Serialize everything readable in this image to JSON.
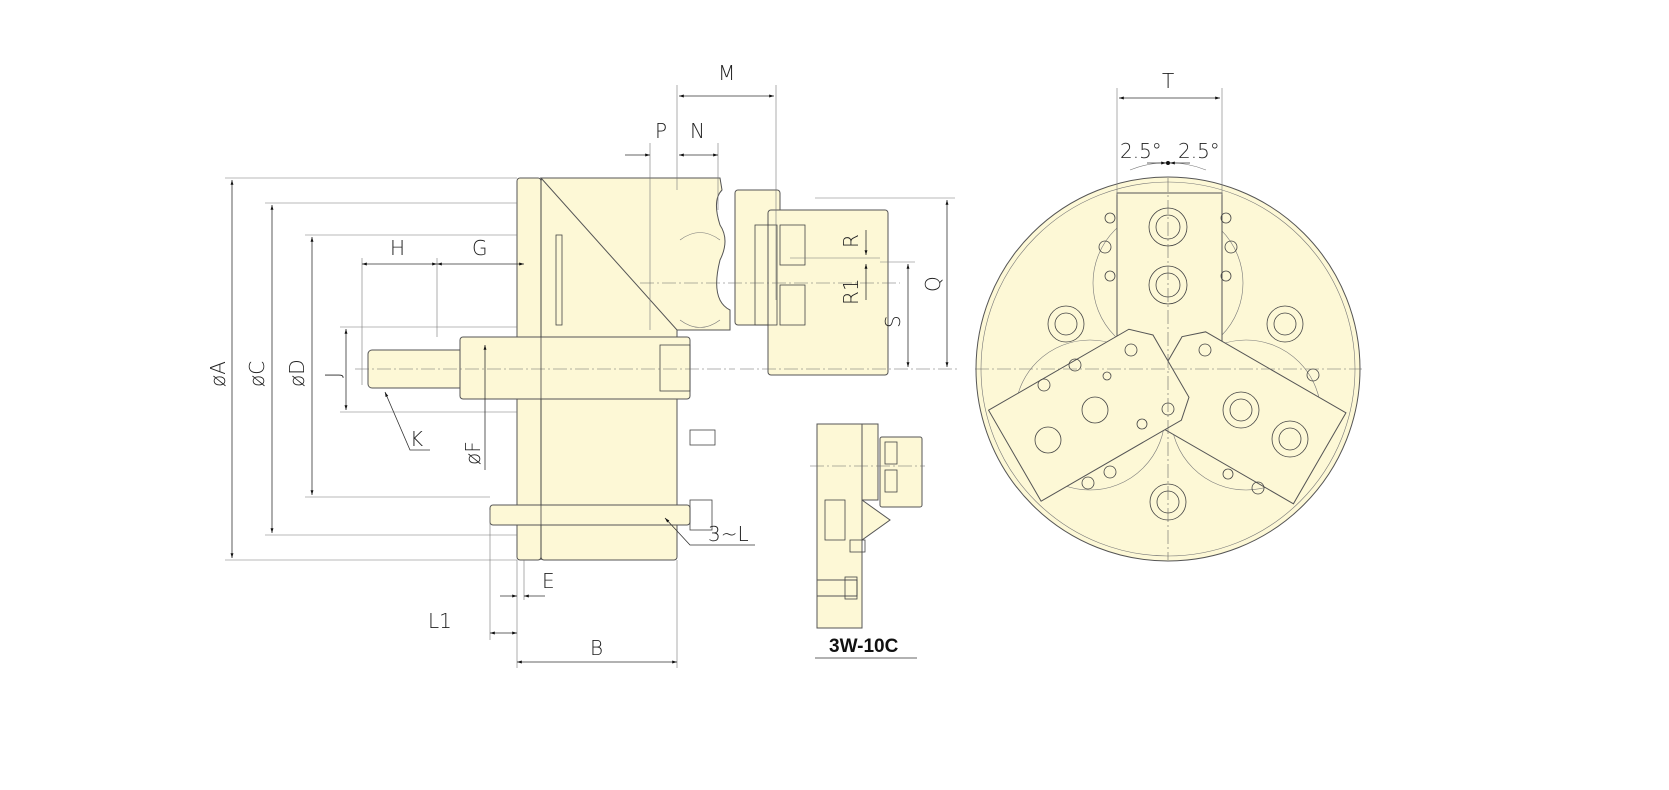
{
  "drawing": {
    "model_label": "3W-10C",
    "dimensions": {
      "M": "M",
      "P": "P",
      "N": "N",
      "R": "R",
      "R1": "R1",
      "S": "S",
      "Q": "Q",
      "H": "H",
      "G": "G",
      "J": "J",
      "K": "K",
      "A": "øA",
      "C": "øC",
      "D": "øD",
      "F": "øF",
      "L": "3~L",
      "E": "E",
      "L1": "L1",
      "B": "B",
      "T": "T",
      "angle_left": "2.5°",
      "angle_right": "2.5°"
    },
    "colors": {
      "body_fill": "#fdf8d6",
      "line": "#444444"
    }
  }
}
